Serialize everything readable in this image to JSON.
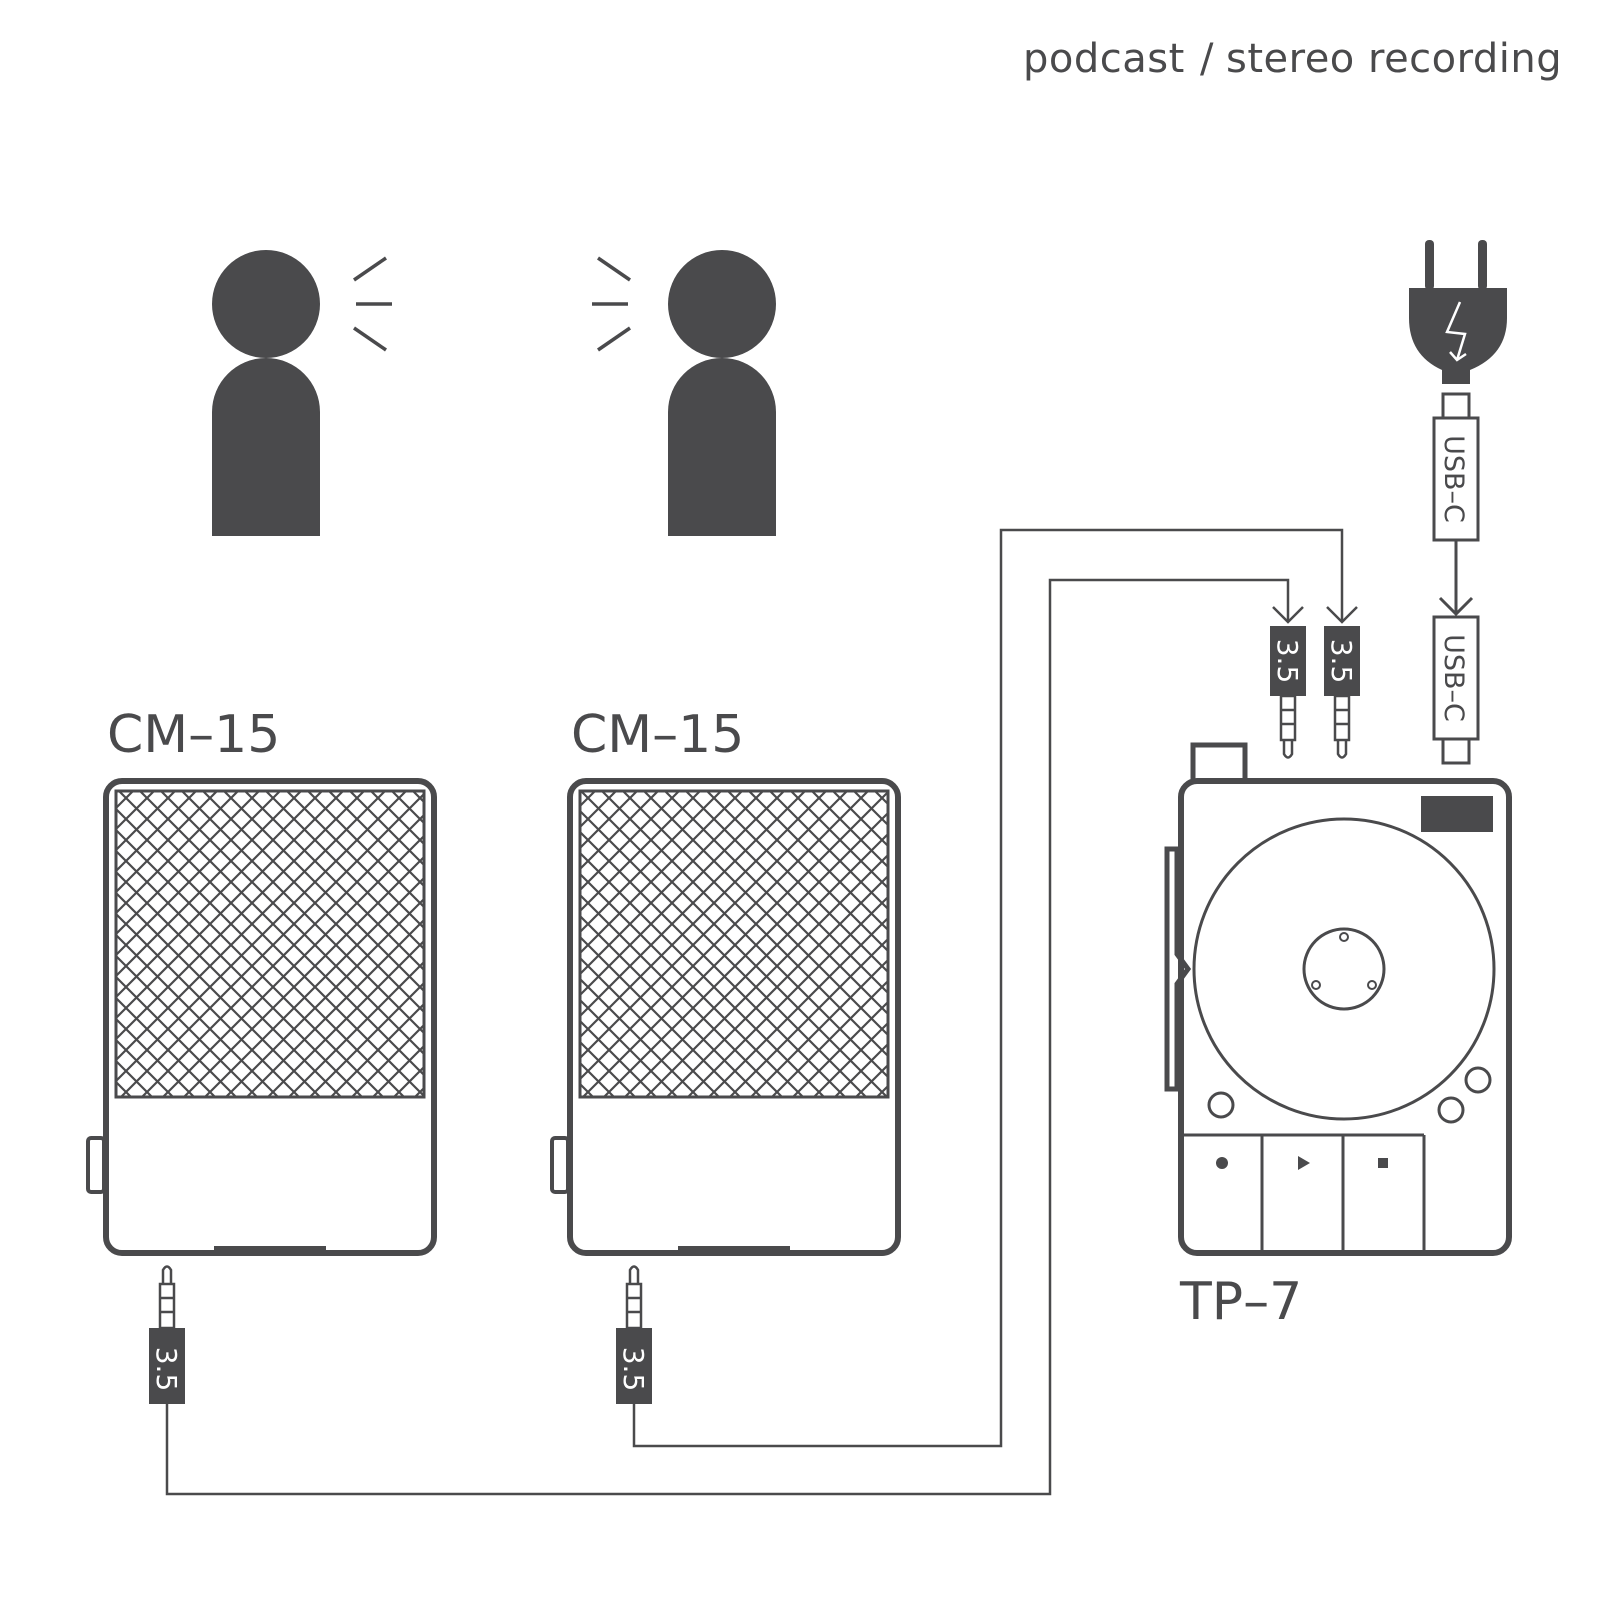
{
  "header": {
    "category": "podcast",
    "separator": "/",
    "subtitle": "stereo recording"
  },
  "devices": {
    "mic_left_label": "CM–15",
    "mic_right_label": "CM–15",
    "recorder_label": "TP–7"
  },
  "connectors": {
    "jack_label": "3.5",
    "usb_label": "USB–C"
  },
  "colors": {
    "ink": "#4a4a4c",
    "background": "#ffffff"
  },
  "icons": [
    "person-speaking-icon",
    "person-listening-icon",
    "power-plug-icon",
    "lightning-icon",
    "record-icon",
    "play-icon",
    "stop-icon"
  ]
}
